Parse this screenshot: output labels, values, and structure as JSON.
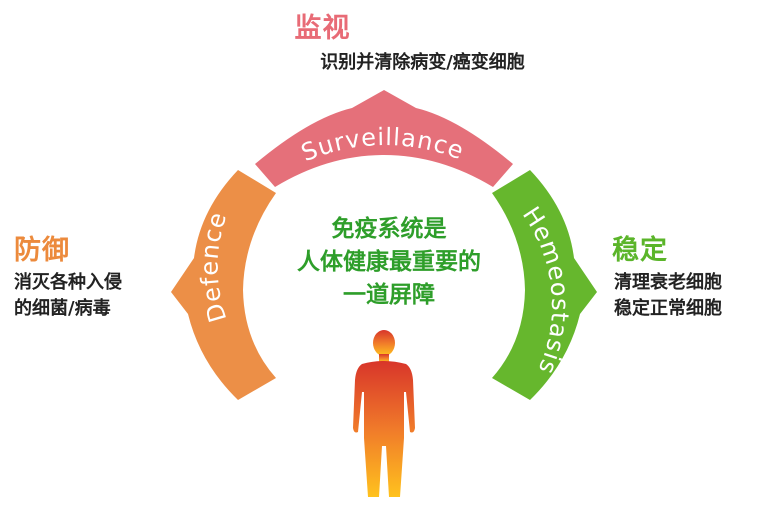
{
  "colors": {
    "surveillance": "#e5707a",
    "defence": "#ec8f47",
    "homeostasis": "#66b72d",
    "surveillance_title": "#e86b76",
    "defence_title": "#ec8a3c",
    "homeostasis_title": "#5bb52a",
    "center_text": "#2e9e2a"
  },
  "surveillance": {
    "title": "监视",
    "description": "识别并清除病变/癌变细胞",
    "arc_label": "Surveillance"
  },
  "defence": {
    "title": "防御",
    "description": [
      "消灭各种入侵",
      "的细菌/病毒"
    ],
    "arc_label": "Defence"
  },
  "homeostasis": {
    "title": "稳定",
    "description": [
      "清理衰老细胞",
      "稳定正常细胞"
    ],
    "arc_label": "Hemeostasis"
  },
  "center": {
    "lines": [
      "免疫系统是",
      "人体健康最重要的",
      "一道屏障"
    ]
  },
  "human_figure_icon": "human-body-silhouette-icon"
}
